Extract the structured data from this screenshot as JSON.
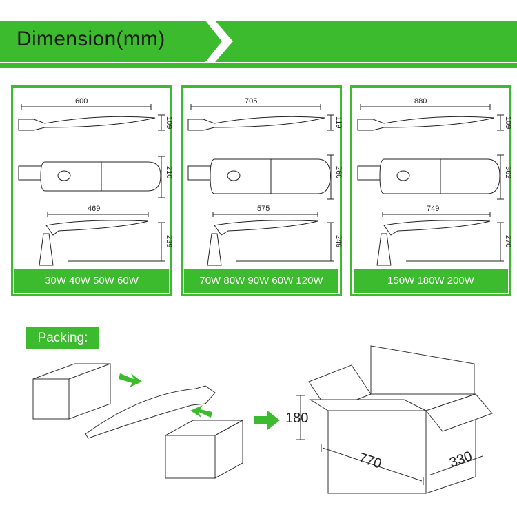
{
  "header": {
    "title": "Dimension(mm)"
  },
  "colors": {
    "accent": "#3dbb2e"
  },
  "models": [
    {
      "length": "600",
      "height": "109",
      "width": "210",
      "arm_length": "469",
      "arm_height": "239",
      "label": "30W 40W 50W 60W"
    },
    {
      "length": "705",
      "height": "119",
      "width": "260",
      "arm_length": "575",
      "arm_height": "249",
      "label": "70W 80W 90W 60W 120W"
    },
    {
      "length": "880",
      "height": "109",
      "width": "362",
      "arm_length": "749",
      "arm_height": "270",
      "label": "150W 180W 200W"
    }
  ],
  "packing": {
    "label": "Packing:",
    "box_height": "180",
    "box_length": "770",
    "box_width": "330"
  }
}
